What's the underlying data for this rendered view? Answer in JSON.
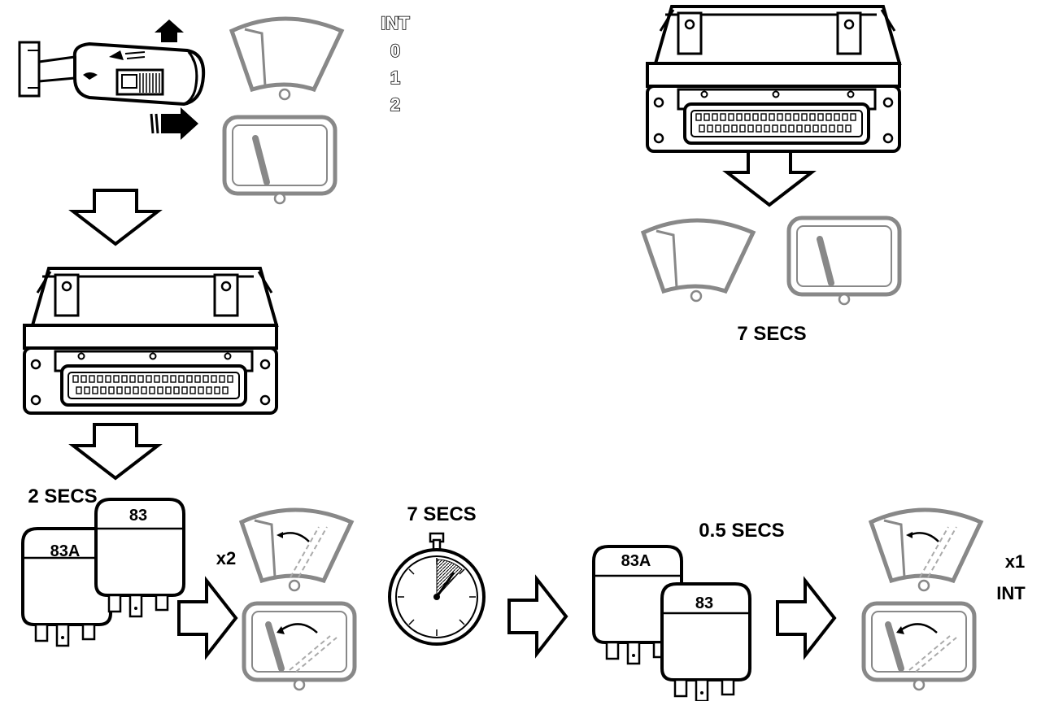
{
  "switch_positions": [
    "INT",
    "0",
    "1",
    "2"
  ],
  "labels": {
    "top_right_time": "7 SECS",
    "relay_delay": "2 SECS",
    "wipe_count_1": "x2",
    "stopwatch_time": "7 SECS",
    "relay_delay_2": "0.5 SECS",
    "wipe_count_2": "x1",
    "wipe_mode_2": "INT"
  },
  "relays": {
    "a": "83A",
    "b": "83"
  },
  "colors": {
    "ink": "#000000",
    "paper": "#ffffff",
    "hatch": "#888888"
  }
}
